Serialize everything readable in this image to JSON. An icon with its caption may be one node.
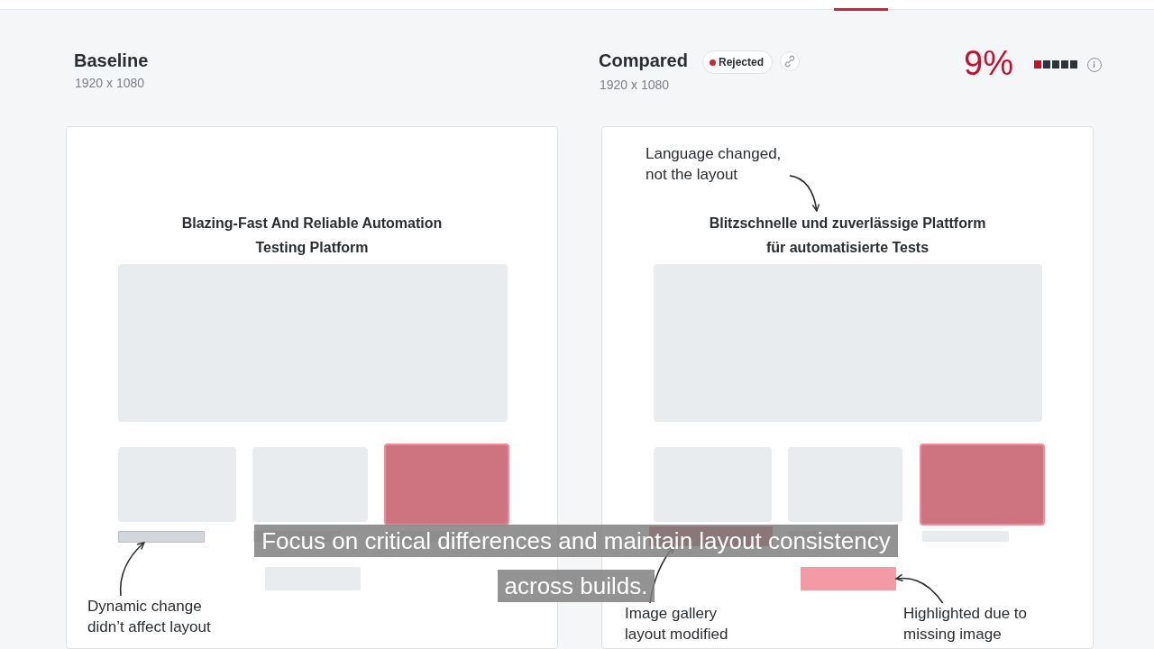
{
  "diagram": {
    "caption": "Focus on critical differences and maintain layout consistency across builds.",
    "nodes": [
      {
        "text": [],
        "shape": "box"
      },
      {
        "text": [
          "Blazing-Fast And Reliable Automation Testing Platform"
        ],
        "in": 0
      },
      {
        "text": [],
        "shape": "box",
        "in": 0
      },
      {
        "text": [],
        "shape": "box",
        "in": 0
      },
      {
        "text": [],
        "shape": "box",
        "in": 0
      },
      {
        "text": [],
        "shape": "box",
        "in": 0
      },
      {
        "text": [],
        "shape": "bar",
        "in": 0
      },
      {
        "text": [],
        "shape": "bar",
        "in": 0
      },
      {
        "text": [],
        "shape": "bar",
        "in": 0
      },
      {
        "text": [],
        "shape": "bar",
        "in": 0
      },
      {
        "text": [
          "Dynamic change didn’t affect layout"
        ],
        "in": 0
      },
      {
        "text": [],
        "shape": "box"
      },
      {
        "text": [
          "Language changed, not the layout"
        ],
        "in": 11
      },
      {
        "text": [
          "Blitzschnelle und zuverlässige Plattform für automatisierte Tests"
        ],
        "in": 11
      },
      {
        "text": [],
        "shape": "box",
        "in": 11
      },
      {
        "text": [],
        "shape": "box",
        "in": 11
      },
      {
        "text": [],
        "shape": "box",
        "in": 11
      },
      {
        "text": [],
        "shape": "box",
        "in": 11
      },
      {
        "text": [],
        "shape": "bar",
        "in": 11
      },
      {
        "text": [],
        "shape": "bar",
        "in": 11
      },
      {
        "text": [],
        "shape": "bar",
        "in": 11
      },
      {
        "text": [],
        "shape": "bar",
        "in": 11
      },
      {
        "text": [
          "Image gallery layout modified"
        ],
        "in": 11
      },
      {
        "text": [
          "Highlighted due to missing image"
        ],
        "in": 11
      }
    ],
    "edges": [
      {
        "from": 10,
        "to": 6,
        "arrow": "to"
      },
      {
        "from": 12,
        "to": 13,
        "arrow": "to"
      },
      {
        "from": 22,
        "to": 18,
        "arrow": "to"
      },
      {
        "from": 23,
        "to": 21,
        "arrow": "to"
      }
    ],
    "labels": [
      "Baseline",
      "1920 x 1080",
      "Compared",
      "Rejected",
      "1920 x 1080",
      "9%"
    ]
  }
}
